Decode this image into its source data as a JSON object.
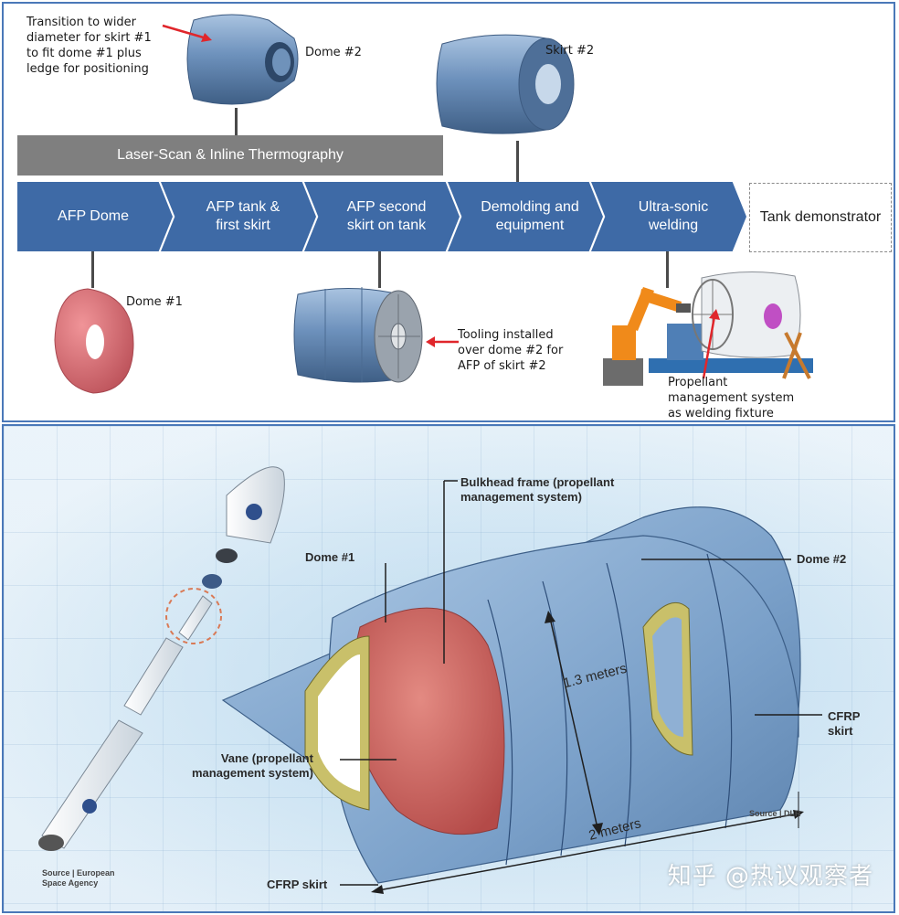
{
  "top_panel": {
    "process_bar_label": "Laser-Scan & Inline Thermography",
    "steps": [
      {
        "label": "AFP Dome"
      },
      {
        "label": "AFP tank &\nfirst skirt"
      },
      {
        "label": "AFP second\nskirt on tank"
      },
      {
        "label": "Demolding and\nequipment"
      },
      {
        "label": "Ultra-sonic\nwelding"
      }
    ],
    "final_step": "Tank demonstrator",
    "notes": {
      "transition": "Transition to wider\ndiameter for skirt #1\nto fit dome #1 plus\nledge for positioning",
      "dome2": "Dome #2",
      "skirt2": "Skirt #2",
      "dome1": "Dome #1",
      "tooling": "Tooling installed\nover dome #2 for\nAFP of skirt #2",
      "propellant": "Propellant\nmanagement system\nas welding fixture"
    }
  },
  "bottom_panel": {
    "labels": {
      "bulkhead": "Bulkhead frame (propellant\nmanagement system)",
      "dome1": "Dome #1",
      "dome2": "Dome #2",
      "vane": "Vane (propellant\nmanagement system)",
      "cfrp_skirt_right": "CFRP\nskirt",
      "cfrp_skirt_bottom": "CFRP skirt",
      "height_dim": "1.3 meters",
      "length_dim": "2 meters",
      "source_dlr": "Source | DLR",
      "source_esa": "Source | European\nSpace Agency"
    },
    "watermark": "知乎 @热议观察者"
  },
  "colors": {
    "step_blue": "#3e6aa6",
    "scan_gray": "#7f7f7f",
    "dome_red": "#d9686e",
    "tank_blue": "#6f93bd",
    "frame_border": "#4a78b8"
  }
}
